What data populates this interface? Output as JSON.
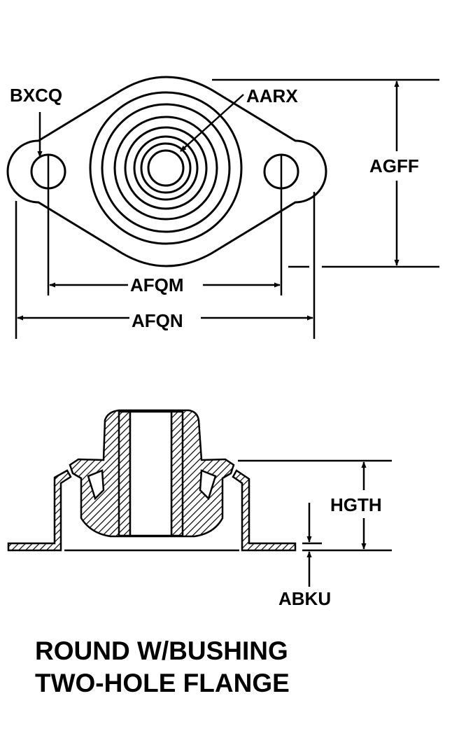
{
  "labels": {
    "bxcq": "BXCQ",
    "aarx": "AARX",
    "agff": "AGFF",
    "afqm": "AFQM",
    "afqn": "AFQN",
    "hgth": "HGTH",
    "abku": "ABKU"
  },
  "caption": {
    "line1": "ROUND W/BUSHING",
    "line2": "TWO-HOLE FLANGE"
  },
  "colors": {
    "ink": "#000000",
    "paper": "#ffffff"
  }
}
